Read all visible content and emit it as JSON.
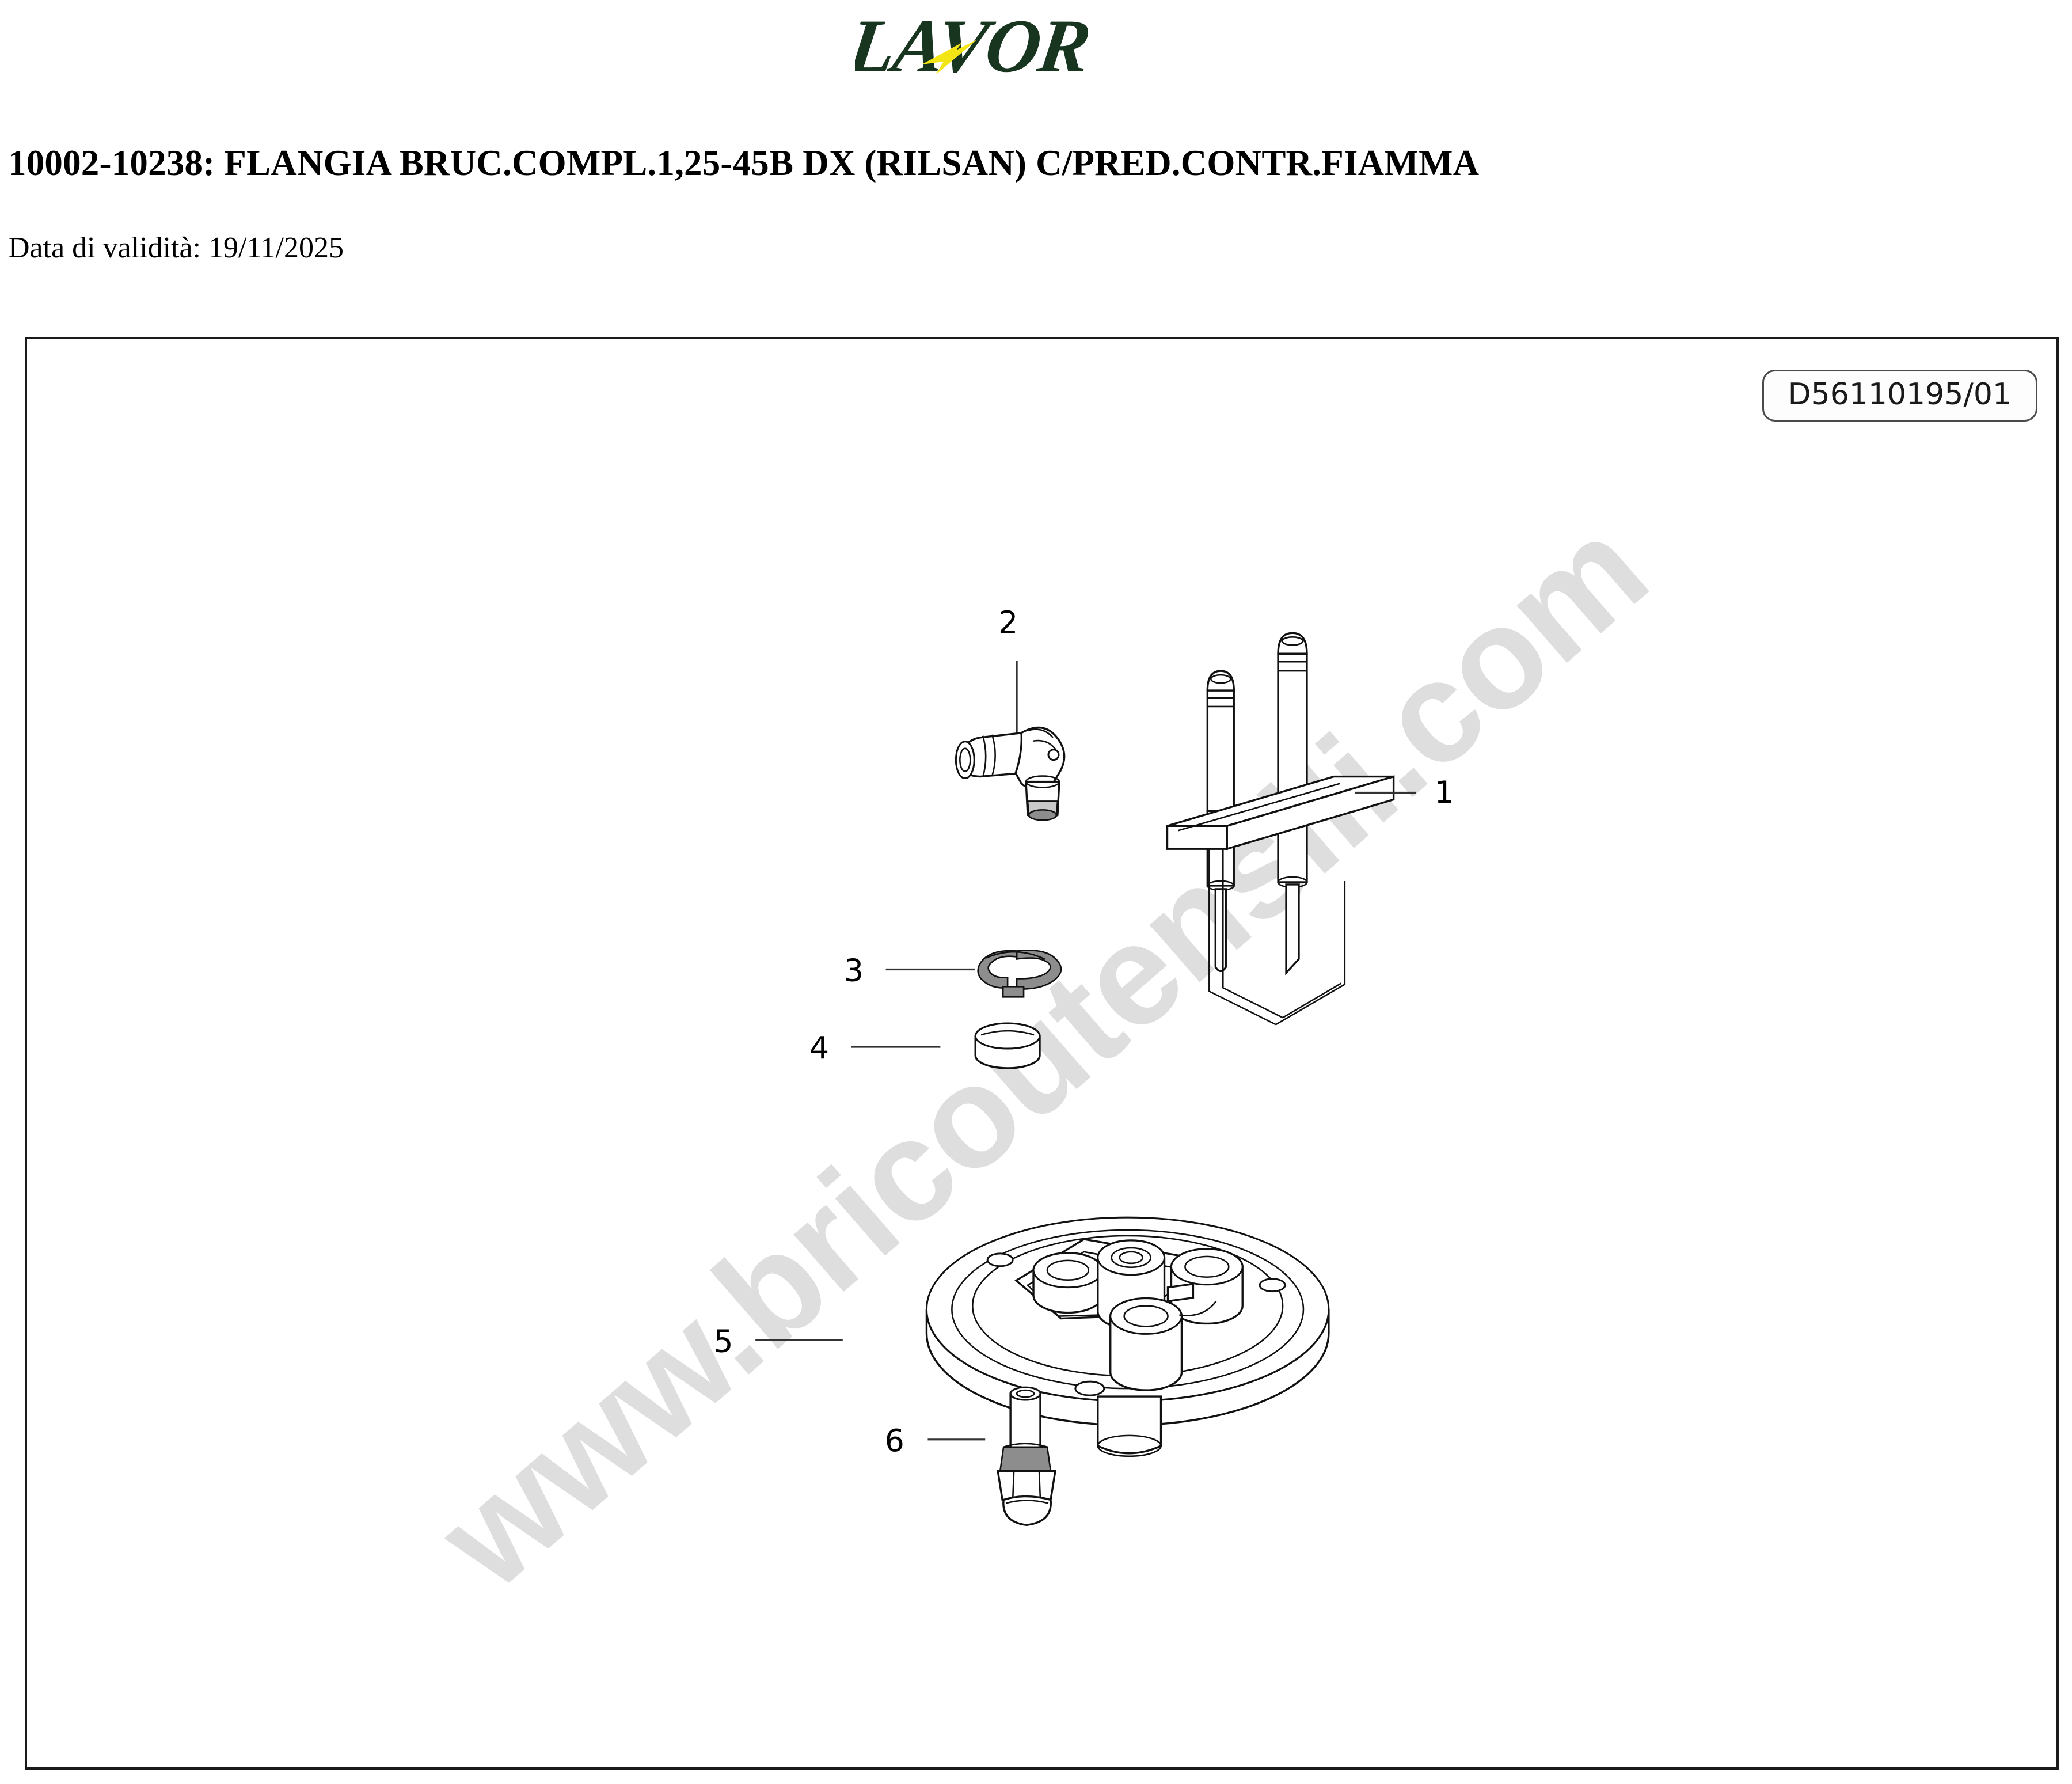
{
  "brand": {
    "name": "LAVOR",
    "logo_color": "#17351f",
    "bolt_color": "#f2e513"
  },
  "header": {
    "title": "10002-10238: FLANGIA BRUC.COMPL.1,25-45B DX (RILSAN) C/PRED.CONTR.FIAMMA",
    "validity_label": "Data di validità: 19/11/2025"
  },
  "drawing": {
    "code": "D56110195/01",
    "watermark": "www.bricoutensili.com"
  },
  "callouts": [
    {
      "id": "1",
      "label": "1",
      "part": "electrode-assembly"
    },
    {
      "id": "2",
      "label": "2",
      "part": "elbow-fitting"
    },
    {
      "id": "3",
      "label": "3",
      "part": "retaining-ring"
    },
    {
      "id": "4",
      "label": "4",
      "part": "cap-disc"
    },
    {
      "id": "5",
      "label": "5",
      "part": "burner-flange"
    },
    {
      "id": "6",
      "label": "6",
      "part": "nozzle-fitting"
    }
  ]
}
